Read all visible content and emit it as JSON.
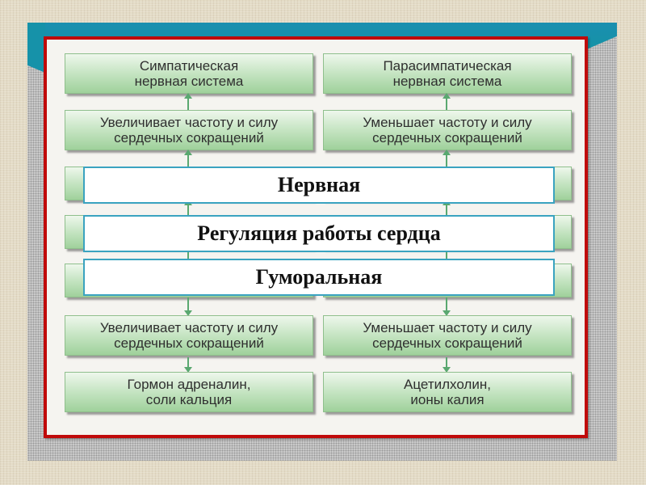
{
  "diagram": {
    "title": "Регуляция работы сердца",
    "colors": {
      "frame_red": "#c00a0a",
      "teal_band": "#1a8fb0",
      "green_box": "#9fd19b",
      "overlay_border": "#3aa3c0",
      "arrow": "#5aa870"
    },
    "left_column": {
      "top_system": [
        "Симпатическая",
        "нервная система"
      ],
      "nervous_effect": [
        "Увеличивает частоту и силу",
        "сердечных сокращений"
      ],
      "humoral_effect": [
        "Увеличивает частоту и силу",
        "сердечных сокращений"
      ],
      "humoral_agents": [
        "Гормон адреналин,",
        "соли кальция"
      ]
    },
    "right_column": {
      "top_system": [
        "Парасимпатическая",
        "нервная система"
      ],
      "nervous_effect": [
        "Уменьшает частоту и силу",
        "сердечных сокращений"
      ],
      "humoral_effect": [
        "Уменьшает частоту и силу",
        "сердечных сокращений"
      ],
      "humoral_agents": [
        "Ацетилхолин,",
        "ионы калия"
      ]
    },
    "center": {
      "nervous": "Нервная",
      "main": "Регуляция работы сердца",
      "humoral": "Гуморальная"
    }
  }
}
